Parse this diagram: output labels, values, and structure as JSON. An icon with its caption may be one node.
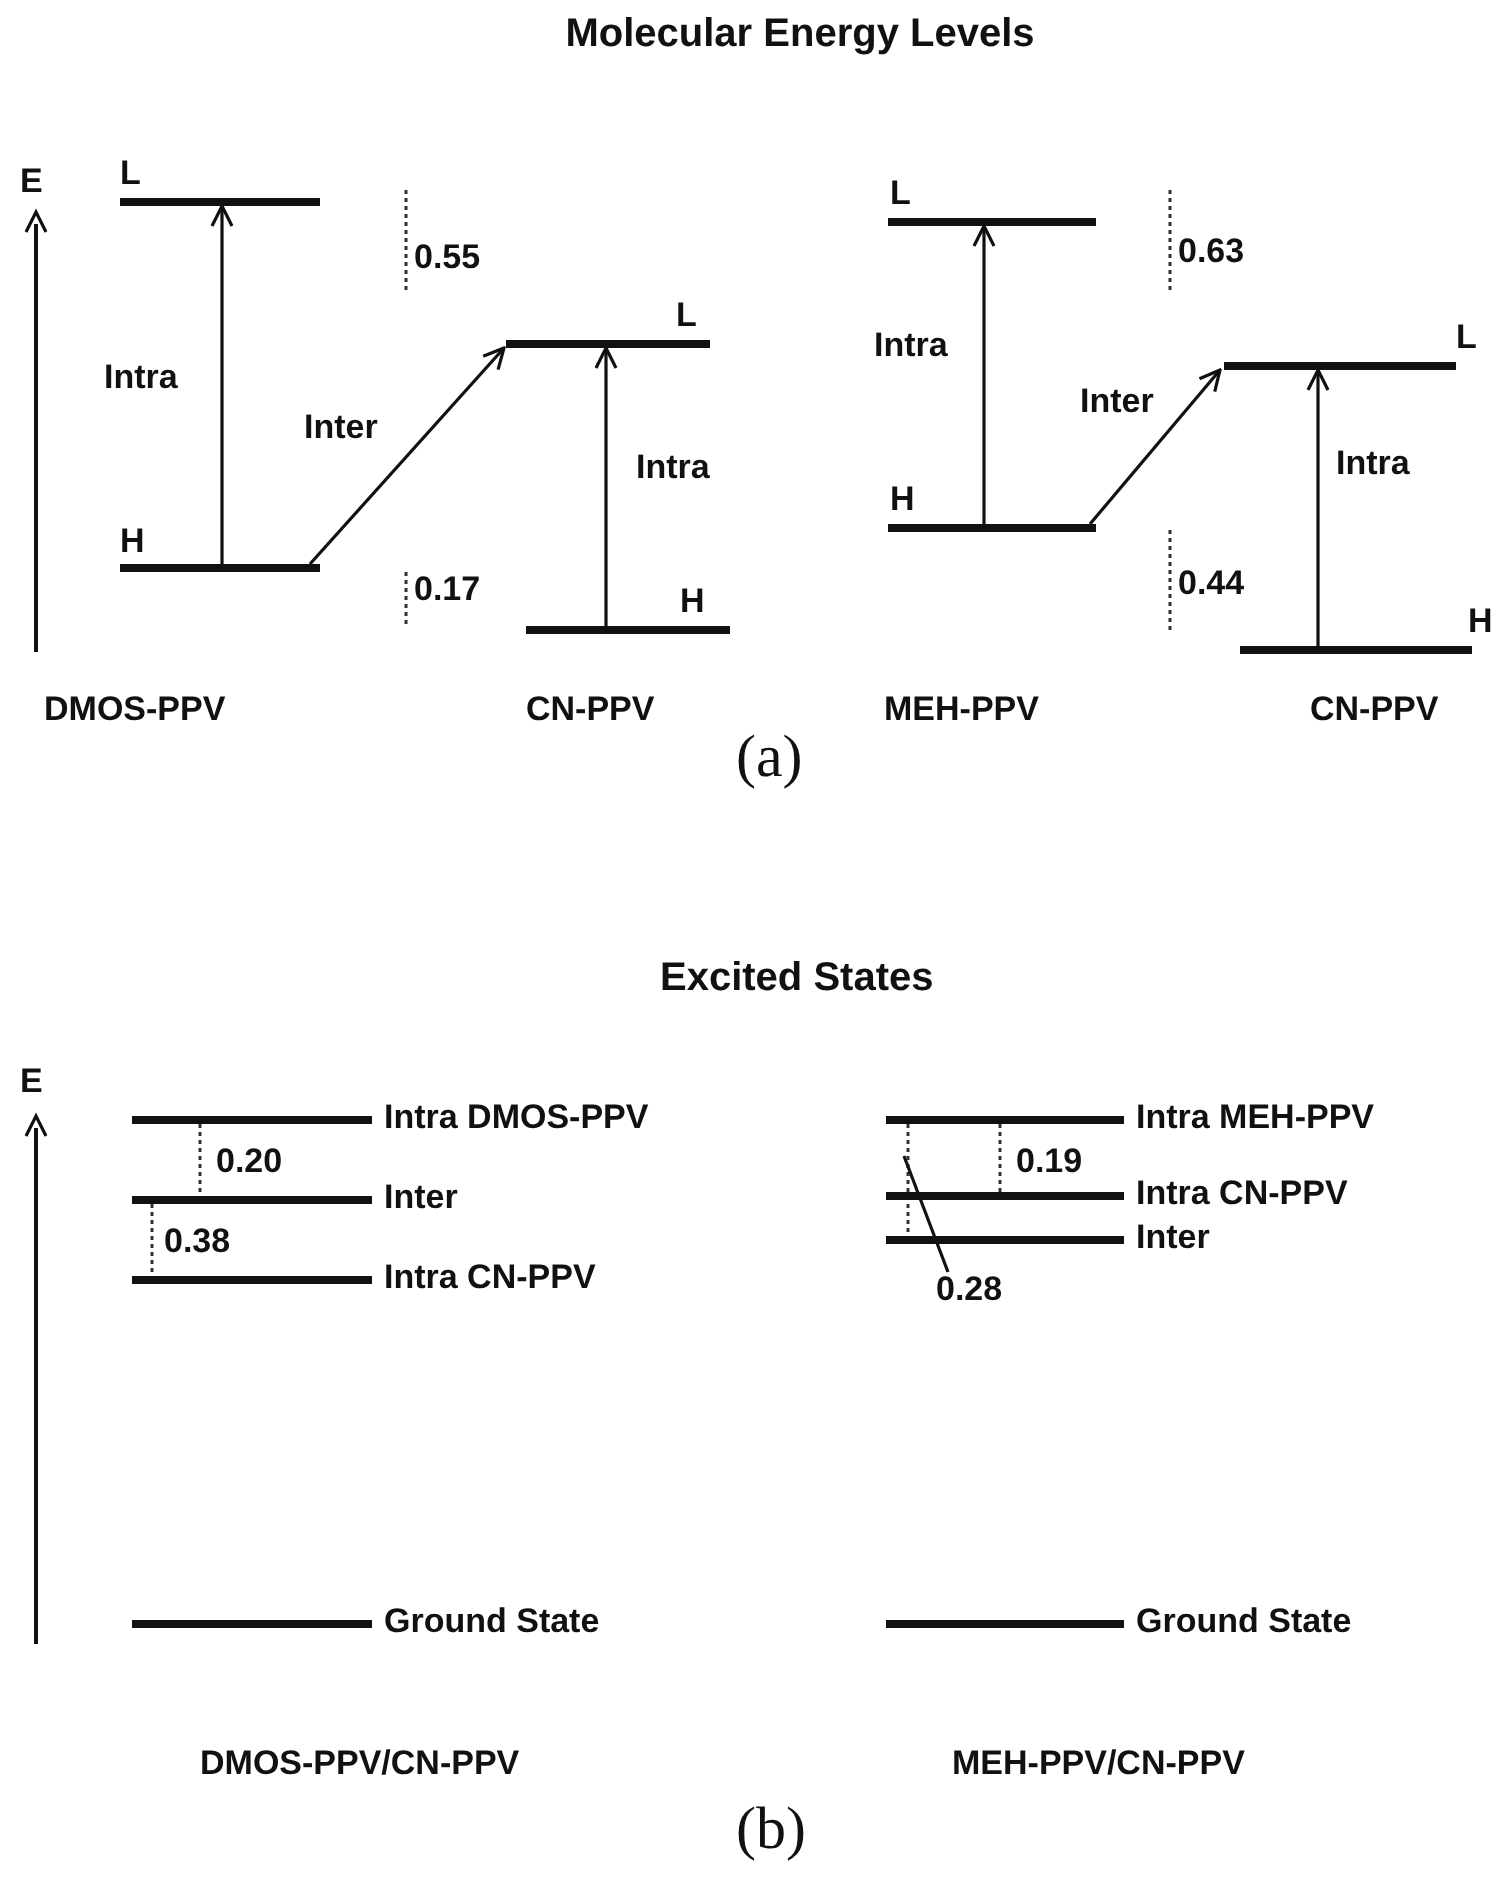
{
  "diagram": {
    "title": "Molecular Energy Levels",
    "nodes": [
      {
        "text": [],
        "shape": "bar",
        "beside": [
          "L"
        ]
      },
      {
        "text": [],
        "shape": "bar",
        "beside": [
          "H"
        ]
      },
      {
        "text": [],
        "shape": "bar",
        "beside": [
          "L"
        ]
      },
      {
        "text": [],
        "shape": "bar",
        "beside": [
          "H"
        ]
      },
      {
        "text": [],
        "shape": "bar",
        "beside": [
          "L"
        ]
      },
      {
        "text": [],
        "shape": "bar",
        "beside": [
          "H"
        ]
      },
      {
        "text": [],
        "shape": "bar",
        "beside": [
          "L"
        ]
      },
      {
        "text": [],
        "shape": "bar",
        "beside": [
          "H"
        ]
      },
      {
        "text": [],
        "shape": "bar",
        "beside": [
          "Intra DMOS-PPV"
        ]
      },
      {
        "text": [],
        "shape": "bar",
        "beside": [
          "Inter"
        ]
      },
      {
        "text": [],
        "shape": "bar",
        "beside": [
          "Intra CN-PPV"
        ]
      },
      {
        "text": [],
        "shape": "bar",
        "beside": [
          "Ground State"
        ]
      },
      {
        "text": [],
        "shape": "bar",
        "beside": [
          "Intra MEH-PPV"
        ]
      },
      {
        "text": [],
        "shape": "bar",
        "beside": [
          "Intra CN-PPV"
        ]
      },
      {
        "text": [],
        "shape": "bar",
        "beside": [
          "Inter"
        ]
      },
      {
        "text": [],
        "shape": "bar",
        "beside": [
          "Ground State"
        ]
      },
      {
        "text": [
          "0.28"
        ]
      }
    ],
    "edges": [
      {
        "from": 1,
        "to": 0,
        "arrow": "to",
        "label": "Intra"
      },
      {
        "from": 1,
        "to": 2,
        "arrow": "to",
        "label": "Inter"
      },
      {
        "from": 3,
        "to": 2,
        "arrow": "to",
        "label": "Intra"
      },
      {
        "from": 5,
        "to": 4,
        "arrow": "to",
        "label": "Intra"
      },
      {
        "from": 5,
        "to": 6,
        "arrow": "to",
        "label": "Inter"
      },
      {
        "from": 7,
        "to": 6,
        "arrow": "to",
        "label": "Intra"
      },
      {
        "from": 16,
        "to": null,
        "arrow": "none"
      }
    ],
    "labels": [
      "E",
      "0.55",
      "0.17",
      "0.63",
      "0.44",
      "DMOS-PPV",
      "CN-PPV",
      "MEH-PPV",
      "CN-PPV",
      "(a)",
      "Excited States",
      "E",
      "0.20",
      "0.38",
      "0.19",
      "DMOS-PPV/CN-PPV",
      "MEH-PPV/CN-PPV",
      "(b)"
    ]
  }
}
